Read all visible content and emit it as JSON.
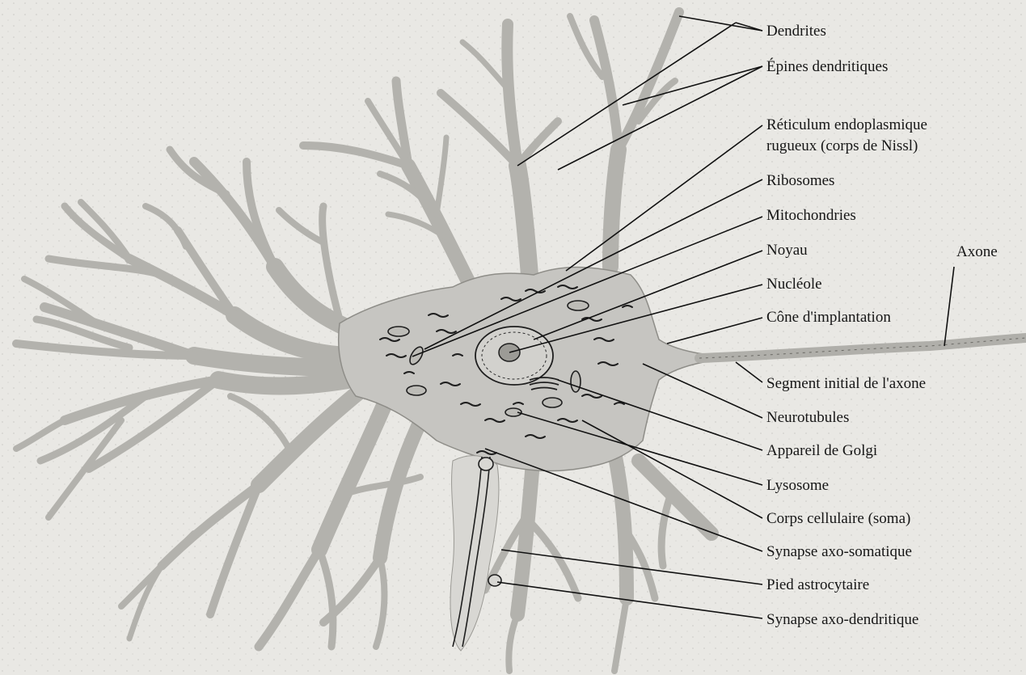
{
  "colors": {
    "background": "#e9e8e4",
    "cell_fill": "#c6c5c1",
    "cell_outline": "#2a2a2a",
    "organelle": "#1e1e1e",
    "leader": "#111111",
    "text": "#161616"
  },
  "labels": {
    "dendrites": "Dendrites",
    "epines": "Épines dendritiques",
    "reticulum_1": "Réticulum endoplasmique",
    "reticulum_2": "rugueux (corps de Nissl)",
    "ribosomes": "Ribosomes",
    "mitochondries": "Mitochondries",
    "noyau": "Noyau",
    "nucleole": "Nucléole",
    "cone": "Cône d'implantation",
    "axone": "Axone",
    "segment": "Segment initial de l'axone",
    "neurotubules": "Neurotubules",
    "golgi": "Appareil de Golgi",
    "lysosome": "Lysosome",
    "corps": "Corps cellulaire (soma)",
    "syn_somatique": "Synapse axo-somatique",
    "pied": "Pied astrocytaire",
    "syn_dendritique": "Synapse axo-dendritique"
  }
}
